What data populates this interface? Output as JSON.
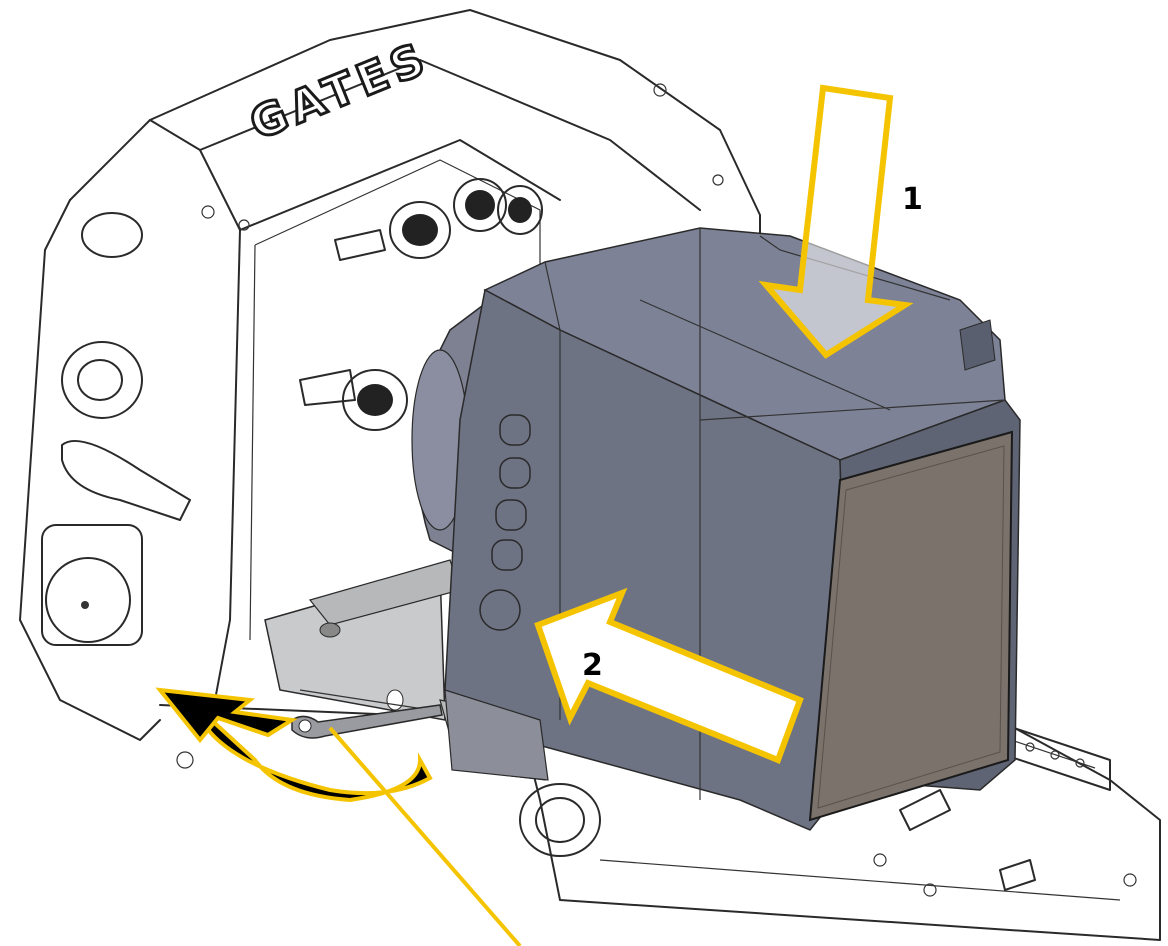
{
  "brand": "GATES",
  "steps": [
    {
      "label": "1"
    },
    {
      "label": "2"
    }
  ],
  "colors": {
    "arrow_outline": "#f5c400",
    "arrow_fill_white": "#ffffff",
    "housing_body": "#6e7384",
    "housing_dark": "#5a5f70",
    "screen": "#7b726b",
    "line_art": "#2a2a2a",
    "curved_arrow": "#000000"
  }
}
